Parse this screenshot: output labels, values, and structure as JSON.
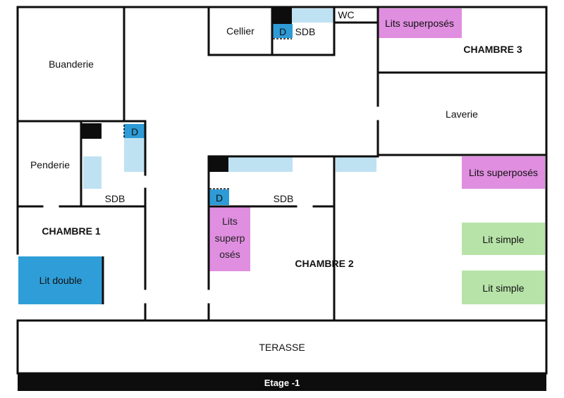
{
  "colors": {
    "wall": "#0d0d0d",
    "light_blue": "#bfe2f3",
    "shower_blue": "#2e9bd6",
    "double_bed": "#2f9ed8",
    "bunk_bed": "#e08ee0",
    "single_bed": "#b7e3a8",
    "background": "#ffffff",
    "footer_text": "#ffffff"
  },
  "rooms": {
    "buanderie": "Buanderie",
    "cellier": "Cellier",
    "sdb_top": "SDB",
    "wc": "WC",
    "chambre3": "CHAMBRE 3",
    "laverie": "Laverie",
    "penderie": "Penderie",
    "sdb_left": "SDB",
    "chambre1": "CHAMBRE 1",
    "sdb_mid": "SDB",
    "chambre2": "CHAMBRE 2",
    "terasse": "TERASSE"
  },
  "fixtures": {
    "shower_label": "D",
    "bunk_top": "Lits superposés",
    "bunk_right": "Lits superposés",
    "bunk_mid_lines": [
      "Lits",
      "superp",
      "osés"
    ],
    "double_bed": "Lit double",
    "single_bed_1": "Lit simple",
    "single_bed_2": "Lit simple"
  },
  "footer": {
    "label": "Etage -1"
  }
}
